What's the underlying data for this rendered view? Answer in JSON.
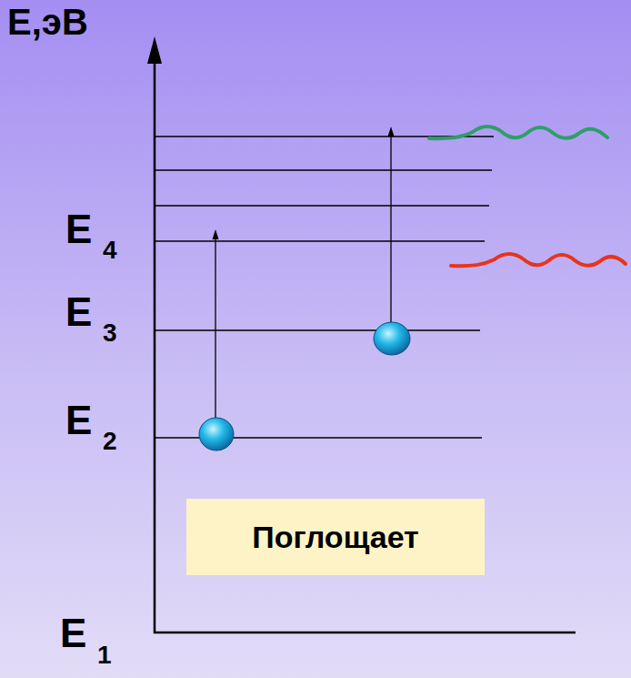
{
  "diagram": {
    "nodes": [
      {
        "text": [
          "Поглощает"
        ]
      }
    ],
    "labels": [
      "E,эВ",
      "E",
      "4",
      "E",
      "3",
      "E",
      "2",
      "E",
      "1"
    ]
  }
}
